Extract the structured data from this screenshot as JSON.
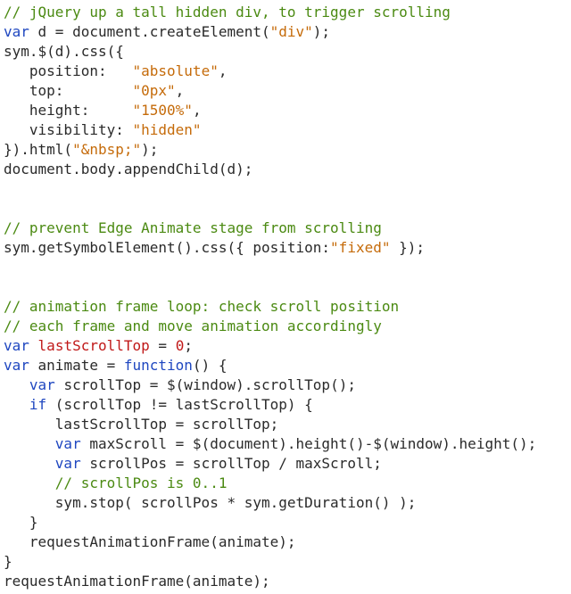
{
  "colors": {
    "keyword": "#1f47c0",
    "string": "#c56b0a",
    "number": "#c01818",
    "variable": "#c01818",
    "comment": "#4b8a12",
    "plain": "#2a2a2a",
    "background": "#ffffff"
  },
  "lines": [
    [
      {
        "t": "com",
        "v": "// jQuery up a tall hidden div, to trigger scrolling"
      }
    ],
    [
      {
        "t": "kw",
        "v": "var"
      },
      {
        "t": "plain",
        "v": " d = document.createElement("
      },
      {
        "t": "str",
        "v": "\"div\""
      },
      {
        "t": "plain",
        "v": ");"
      }
    ],
    [
      {
        "t": "plain",
        "v": "sym.$(d).css({"
      }
    ],
    [
      {
        "t": "plain",
        "v": "   position:   "
      },
      {
        "t": "str",
        "v": "\"absolute\""
      },
      {
        "t": "plain",
        "v": ","
      }
    ],
    [
      {
        "t": "plain",
        "v": "   top:        "
      },
      {
        "t": "str",
        "v": "\"0px\""
      },
      {
        "t": "plain",
        "v": ","
      }
    ],
    [
      {
        "t": "plain",
        "v": "   height:     "
      },
      {
        "t": "str",
        "v": "\"1500%\""
      },
      {
        "t": "plain",
        "v": ","
      }
    ],
    [
      {
        "t": "plain",
        "v": "   visibility: "
      },
      {
        "t": "str",
        "v": "\"hidden\""
      }
    ],
    [
      {
        "t": "plain",
        "v": "}).html("
      },
      {
        "t": "str",
        "v": "\"&nbsp;\""
      },
      {
        "t": "plain",
        "v": ");"
      }
    ],
    [
      {
        "t": "plain",
        "v": "document.body.appendChild(d);"
      }
    ],
    [],
    [],
    [
      {
        "t": "com",
        "v": "// prevent Edge Animate stage from scrolling"
      }
    ],
    [
      {
        "t": "plain",
        "v": "sym.getSymbolElement().css({ position:"
      },
      {
        "t": "str",
        "v": "\"fixed\""
      },
      {
        "t": "plain",
        "v": " });"
      }
    ],
    [],
    [],
    [
      {
        "t": "com",
        "v": "// animation frame loop: check scroll position"
      }
    ],
    [
      {
        "t": "com",
        "v": "// each frame and move animation accordingly"
      }
    ],
    [
      {
        "t": "kw",
        "v": "var"
      },
      {
        "t": "plain",
        "v": " "
      },
      {
        "t": "var",
        "v": "lastScrollTop"
      },
      {
        "t": "plain",
        "v": " = "
      },
      {
        "t": "num",
        "v": "0"
      },
      {
        "t": "plain",
        "v": ";"
      }
    ],
    [
      {
        "t": "kw",
        "v": "var"
      },
      {
        "t": "plain",
        "v": " animate = "
      },
      {
        "t": "kw",
        "v": "function"
      },
      {
        "t": "plain",
        "v": "() {"
      }
    ],
    [
      {
        "t": "plain",
        "v": "   "
      },
      {
        "t": "kw",
        "v": "var"
      },
      {
        "t": "plain",
        "v": " scrollTop = $(window).scrollTop();"
      }
    ],
    [
      {
        "t": "plain",
        "v": "   "
      },
      {
        "t": "kw",
        "v": "if"
      },
      {
        "t": "plain",
        "v": " (scrollTop != lastScrollTop) {"
      }
    ],
    [
      {
        "t": "plain",
        "v": "      lastScrollTop = scrollTop;"
      }
    ],
    [
      {
        "t": "plain",
        "v": "      "
      },
      {
        "t": "kw",
        "v": "var"
      },
      {
        "t": "plain",
        "v": " maxScroll = $(document).height()-$(window).height();"
      }
    ],
    [
      {
        "t": "plain",
        "v": "      "
      },
      {
        "t": "kw",
        "v": "var"
      },
      {
        "t": "plain",
        "v": " scrollPos = scrollTop / maxScroll;"
      }
    ],
    [
      {
        "t": "plain",
        "v": "      "
      },
      {
        "t": "com",
        "v": "// scrollPos is 0..1"
      }
    ],
    [
      {
        "t": "plain",
        "v": "      sym.stop( scrollPos * sym.getDuration() );"
      }
    ],
    [
      {
        "t": "plain",
        "v": "   }"
      }
    ],
    [
      {
        "t": "plain",
        "v": "   requestAnimationFrame(animate);"
      }
    ],
    [
      {
        "t": "plain",
        "v": "}"
      }
    ],
    [
      {
        "t": "plain",
        "v": "requestAnimationFrame(animate);"
      }
    ]
  ]
}
